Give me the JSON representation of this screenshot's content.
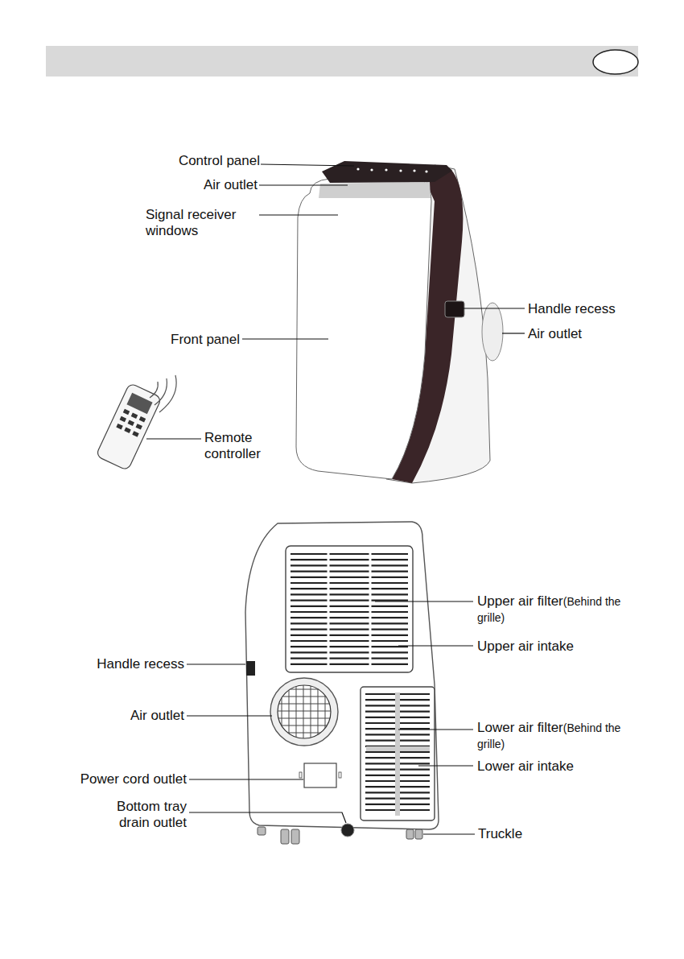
{
  "diagram": {
    "labels": [
      "Control panel",
      "Air outlet",
      "Signal receiver windows",
      "Front panel",
      "Handle recess",
      "Air outlet",
      "Remote controller",
      "Upper air filter",
      "(Behind the grille)",
      "Upper air intake",
      "Handle recess",
      "Air outlet",
      "Lower air filter",
      "(Behind the grille)",
      "Lower air intake",
      "Power cord outlet",
      "Bottom tray drain outlet",
      "Truckle"
    ]
  }
}
